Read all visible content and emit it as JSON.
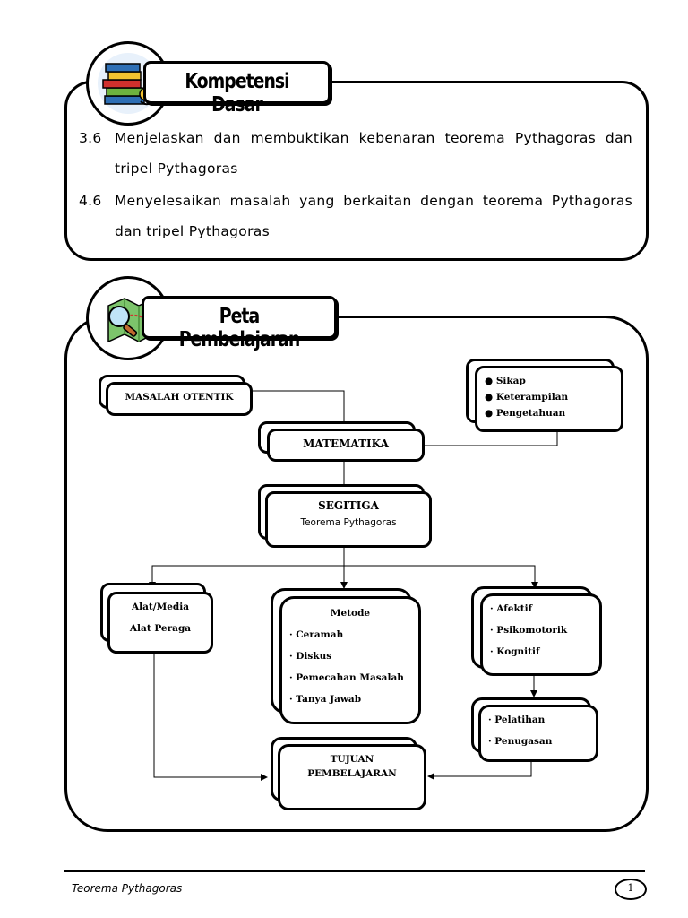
{
  "kompetensi": {
    "title": "Kompetensi Dasar",
    "items": [
      {
        "num": "3.6",
        "text": "Menjelaskan dan membuktikan kebenaran teorema Pythagoras dan tripel Pythagoras"
      },
      {
        "num": "4.6",
        "text": "Menyelesaikan masalah yang berkaitan dengan teorema Pythagoras dan tripel Pythagoras"
      }
    ],
    "icon": "books-icon"
  },
  "peta": {
    "title": "Peta Pembelajaran",
    "icon": "map-magnifier-icon",
    "masalah": "MASALAH OTENTIK",
    "matematika": "MATEMATIKA",
    "domains": [
      "Sikap",
      "Keterampilan",
      "Pengetahuan"
    ],
    "segitiga": "SEGITIGA",
    "teorema": "Teorema Pythagoras",
    "alat": [
      "Alat/Media",
      "Alat Peraga"
    ],
    "metode_title": "Metode",
    "metode": [
      "· Ceramah",
      "· Diskus",
      "· Pemecahan Masalah",
      "· Tanya Jawab"
    ],
    "ranah": [
      "· Afektif",
      "· Psikomotorik",
      "· Kognitif"
    ],
    "tugas": [
      "· Pelatihan",
      "· Penugasan"
    ],
    "tujuan": [
      "TUJUAN",
      "PEMBELAJARAN"
    ]
  },
  "footer": {
    "title": "Teorema Pythagoras",
    "page": "1"
  }
}
